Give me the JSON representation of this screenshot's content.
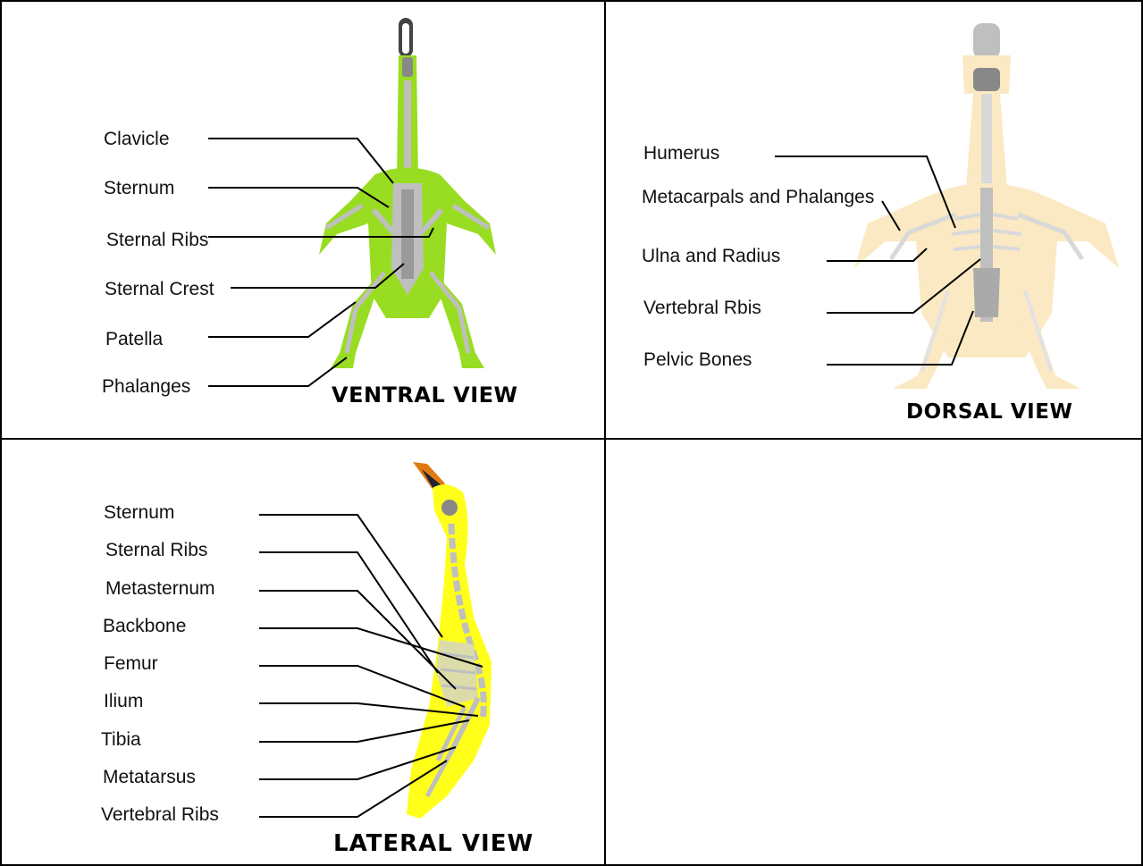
{
  "ventral": {
    "title": "VENTRAL VIEW",
    "labels": [
      "Clavicle",
      "Sternum",
      "Sternal Ribs",
      "Sternal Crest",
      "Patella",
      "Phalanges"
    ],
    "body_color": "#99dd22"
  },
  "dorsal": {
    "title": "DORSAL VIEW",
    "labels": [
      "Humerus",
      "Metacarpals and Phalanges",
      "Ulna and Radius",
      "Vertebral Rbis",
      "Pelvic Bones"
    ],
    "body_color": "#fbe9c3"
  },
  "lateral": {
    "title": "LATERAL VIEW",
    "labels": [
      "Sternum",
      "Sternal Ribs",
      "Metasternum",
      "Backbone",
      "Femur",
      "Ilium",
      "Tibia",
      "Metatarsus",
      "Vertebral Ribs"
    ],
    "body_color": "#ffff1a",
    "beak_color": "#e07a10"
  },
  "bone_color": "#bfbfbf"
}
